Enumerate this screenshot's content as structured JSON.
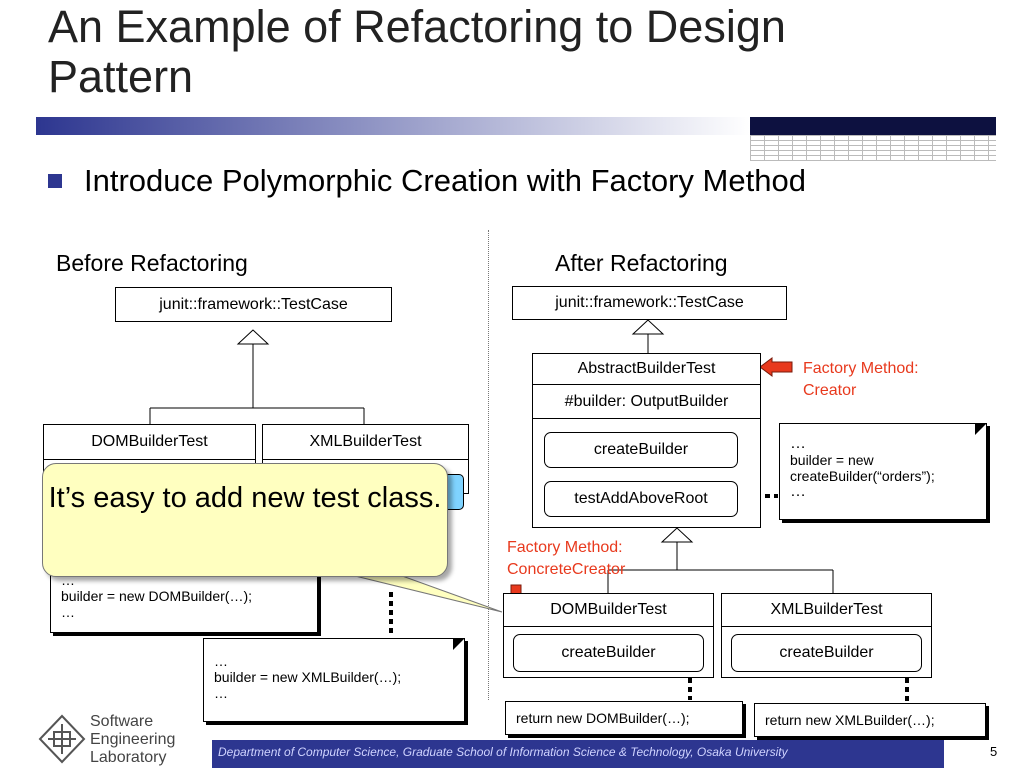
{
  "title_line1": "An Example of Refactoring to Design",
  "title_line2": "Pattern",
  "bullet": "Introduce Polymorphic Creation with Factory Method",
  "before": {
    "heading": "Before Refactoring",
    "testcase": "junit::framework::TestCase",
    "dom_class": "DOMBuilderTest",
    "xml_class": "XMLBuilderTest",
    "dom_note_line1": "…",
    "dom_note_line2": "builder = new DOMBuilder(…);",
    "dom_note_line3": "…",
    "xml_note_line1": "…",
    "xml_note_line2": "builder = new XMLBuilder(…);",
    "xml_note_line3": "…"
  },
  "after": {
    "heading": "After Refactoring",
    "testcase": "junit::framework::TestCase",
    "abstract_class": "AbstractBuilderTest",
    "abstract_attr": "#builder: OutputBuilder",
    "abstract_method1": "createBuilder",
    "abstract_method2": "testAddAboveRoot",
    "creator_label_line1": "Factory Method:",
    "creator_label_line2": "Creator",
    "concrete_label_line1": "Factory Method:",
    "concrete_label_line2": "ConcreteCreator",
    "note_line1": "…",
    "note_line2": "builder = new",
    "note_line3": "createBuilder(“orders”);",
    "note_line4": "…",
    "dom_class": "DOMBuilderTest",
    "dom_method": "createBuilder",
    "xml_class": "XMLBuilderTest",
    "xml_method": "createBuilder",
    "dom_return": "return new DOMBuilder(…);",
    "xml_return": "return new XMLBuilder(…);"
  },
  "callout": "It’s easy to add new test class.",
  "logo": {
    "line1": "Software",
    "line2": "Engineering",
    "line3": "Laboratory"
  },
  "footer": "Department of Computer Science, Graduate School of Information Science & Technology, Osaka University",
  "page_number": "5",
  "colors": {
    "accent": "#2d3690",
    "factory_label": "#e8391d",
    "callout_bg": "#ffffc0"
  }
}
